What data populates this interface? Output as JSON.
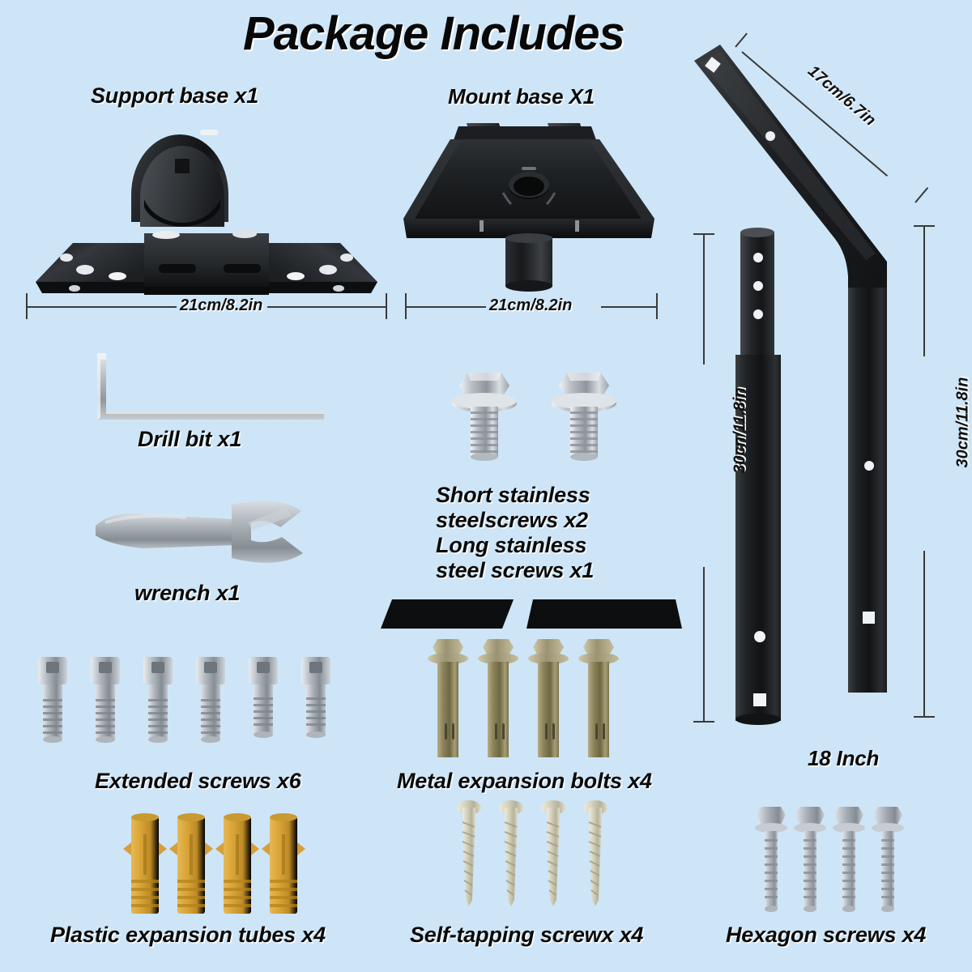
{
  "page": {
    "title": "Package Includes",
    "background_color": "#cde5f7",
    "text_color": "#0a0a0a"
  },
  "parts": [
    {
      "id": "support-base",
      "label": "Support base x1"
    },
    {
      "id": "mount-base",
      "label": "Mount base X1"
    },
    {
      "id": "drill-bit",
      "label": "Drill bit x1"
    },
    {
      "id": "wrench",
      "label": "wrench x1"
    },
    {
      "id": "extended-screws",
      "label": "Extended screws x6"
    },
    {
      "id": "metal-expansion-bolts",
      "label": "Metal expansion bolts x4"
    },
    {
      "id": "plastic-expansion-tubes",
      "label": "Plastic expansion tubes x4"
    },
    {
      "id": "self-tapping-screws",
      "label": "Self-tapping screwx x4"
    },
    {
      "id": "hexagon-screws",
      "label": "Hexagon screws x4"
    },
    {
      "id": "pole-size",
      "label": "18 Inch"
    }
  ],
  "stainless_screws": {
    "line1": "Short stainless",
    "line2": "steelscrews x2",
    "line3": "Long stainless",
    "line4": "steel screws x1"
  },
  "dimensions": {
    "support_base_width": "21cm/8.2in",
    "mount_base_width": "21cm/8.2in",
    "bent_pole_top": "17cm/6.7in",
    "straight_pole_height": "30cn/11.8in",
    "bent_pole_height": "30cm/11.8in"
  },
  "colors": {
    "background": "#cde5f7",
    "metal_black": "#1b1d1f",
    "chrome": "#c9ced3",
    "brass_bolt": "#8e8258",
    "plastic_tube": "#d8a43c",
    "screw_silver": "#b9bec3"
  }
}
